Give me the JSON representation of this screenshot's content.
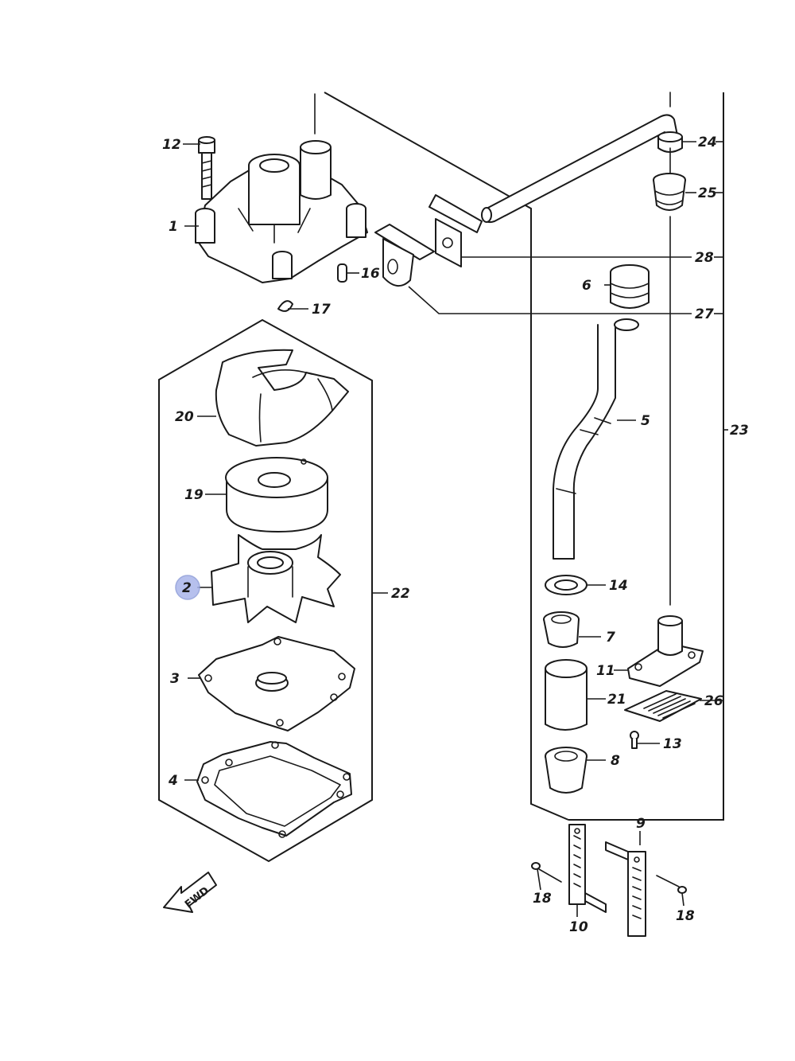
{
  "highlight_color": "#aab6ea",
  "direction_arrow": {
    "label": "FWD",
    "icon": "forward-direction-arrow-icon"
  },
  "callouts": {
    "c1": "1",
    "c2": "2",
    "c3": "3",
    "c4": "4",
    "c5": "5",
    "c6": "6",
    "c7": "7",
    "c8": "8",
    "c9": "9",
    "c10": "10",
    "c11": "11",
    "c12": "12",
    "c13": "13",
    "c14": "14",
    "c16": "16",
    "c17": "17",
    "c18a": "18",
    "c18b": "18",
    "c19": "19",
    "c20": "20",
    "c21": "21",
    "c22": "22",
    "c23": "23",
    "c24": "24",
    "c25": "25",
    "c26": "26",
    "c27": "27",
    "c28": "28"
  },
  "highlighted_callout": "2"
}
